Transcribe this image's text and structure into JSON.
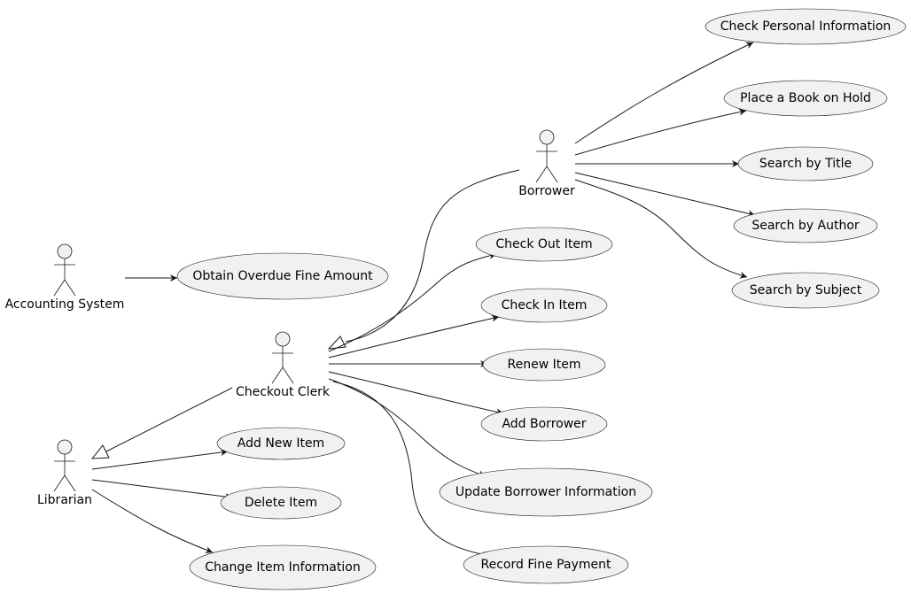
{
  "actors": {
    "accounting_system": "Accounting System",
    "checkout_clerk": "Checkout Clerk",
    "librarian": "Librarian",
    "borrower": "Borrower"
  },
  "use_cases": {
    "check_personal_information": "Check Personal Information",
    "place_book_on_hold": "Place a Book on Hold",
    "search_by_title": "Search by Title",
    "search_by_author": "Search by Author",
    "search_by_subject": "Search by Subject",
    "obtain_overdue_fine_amount": "Obtain Overdue Fine Amount",
    "check_out_item": "Check Out Item",
    "check_in_item": "Check In Item",
    "renew_item": "Renew Item",
    "add_borrower": "Add Borrower",
    "update_borrower_information": "Update Borrower Information",
    "record_fine_payment": "Record Fine Payment",
    "add_new_item": "Add New Item",
    "delete_item": "Delete Item",
    "change_item_information": "Change Item Information"
  }
}
